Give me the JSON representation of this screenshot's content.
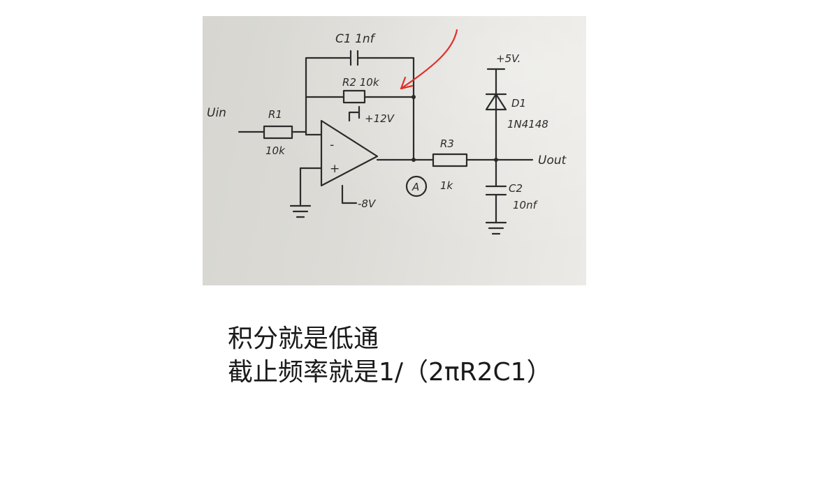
{
  "schematic": {
    "labels": {
      "c1": "C1 1nf",
      "r2": "R2 10k",
      "vin": "Uin",
      "r1": "R1",
      "r1_value": "10k",
      "vplus": "+12V",
      "vminus": "-8V",
      "node_a": "A",
      "r3": "R3",
      "r3_value": "1k",
      "supply": "+5V.",
      "d1": "D1",
      "d1_part": "1N4148",
      "vout": "Uout",
      "c2": "C2",
      "c2_value": "10nf",
      "minus_sign": "-",
      "plus_sign": "+"
    },
    "colors": {
      "ink": "#2b2b2b",
      "annotation": "#e0302a",
      "paper": "#dcdbd6"
    }
  },
  "caption": {
    "line1": "积分就是低通",
    "line2": "截止频率就是1/（2πR2C1）"
  }
}
